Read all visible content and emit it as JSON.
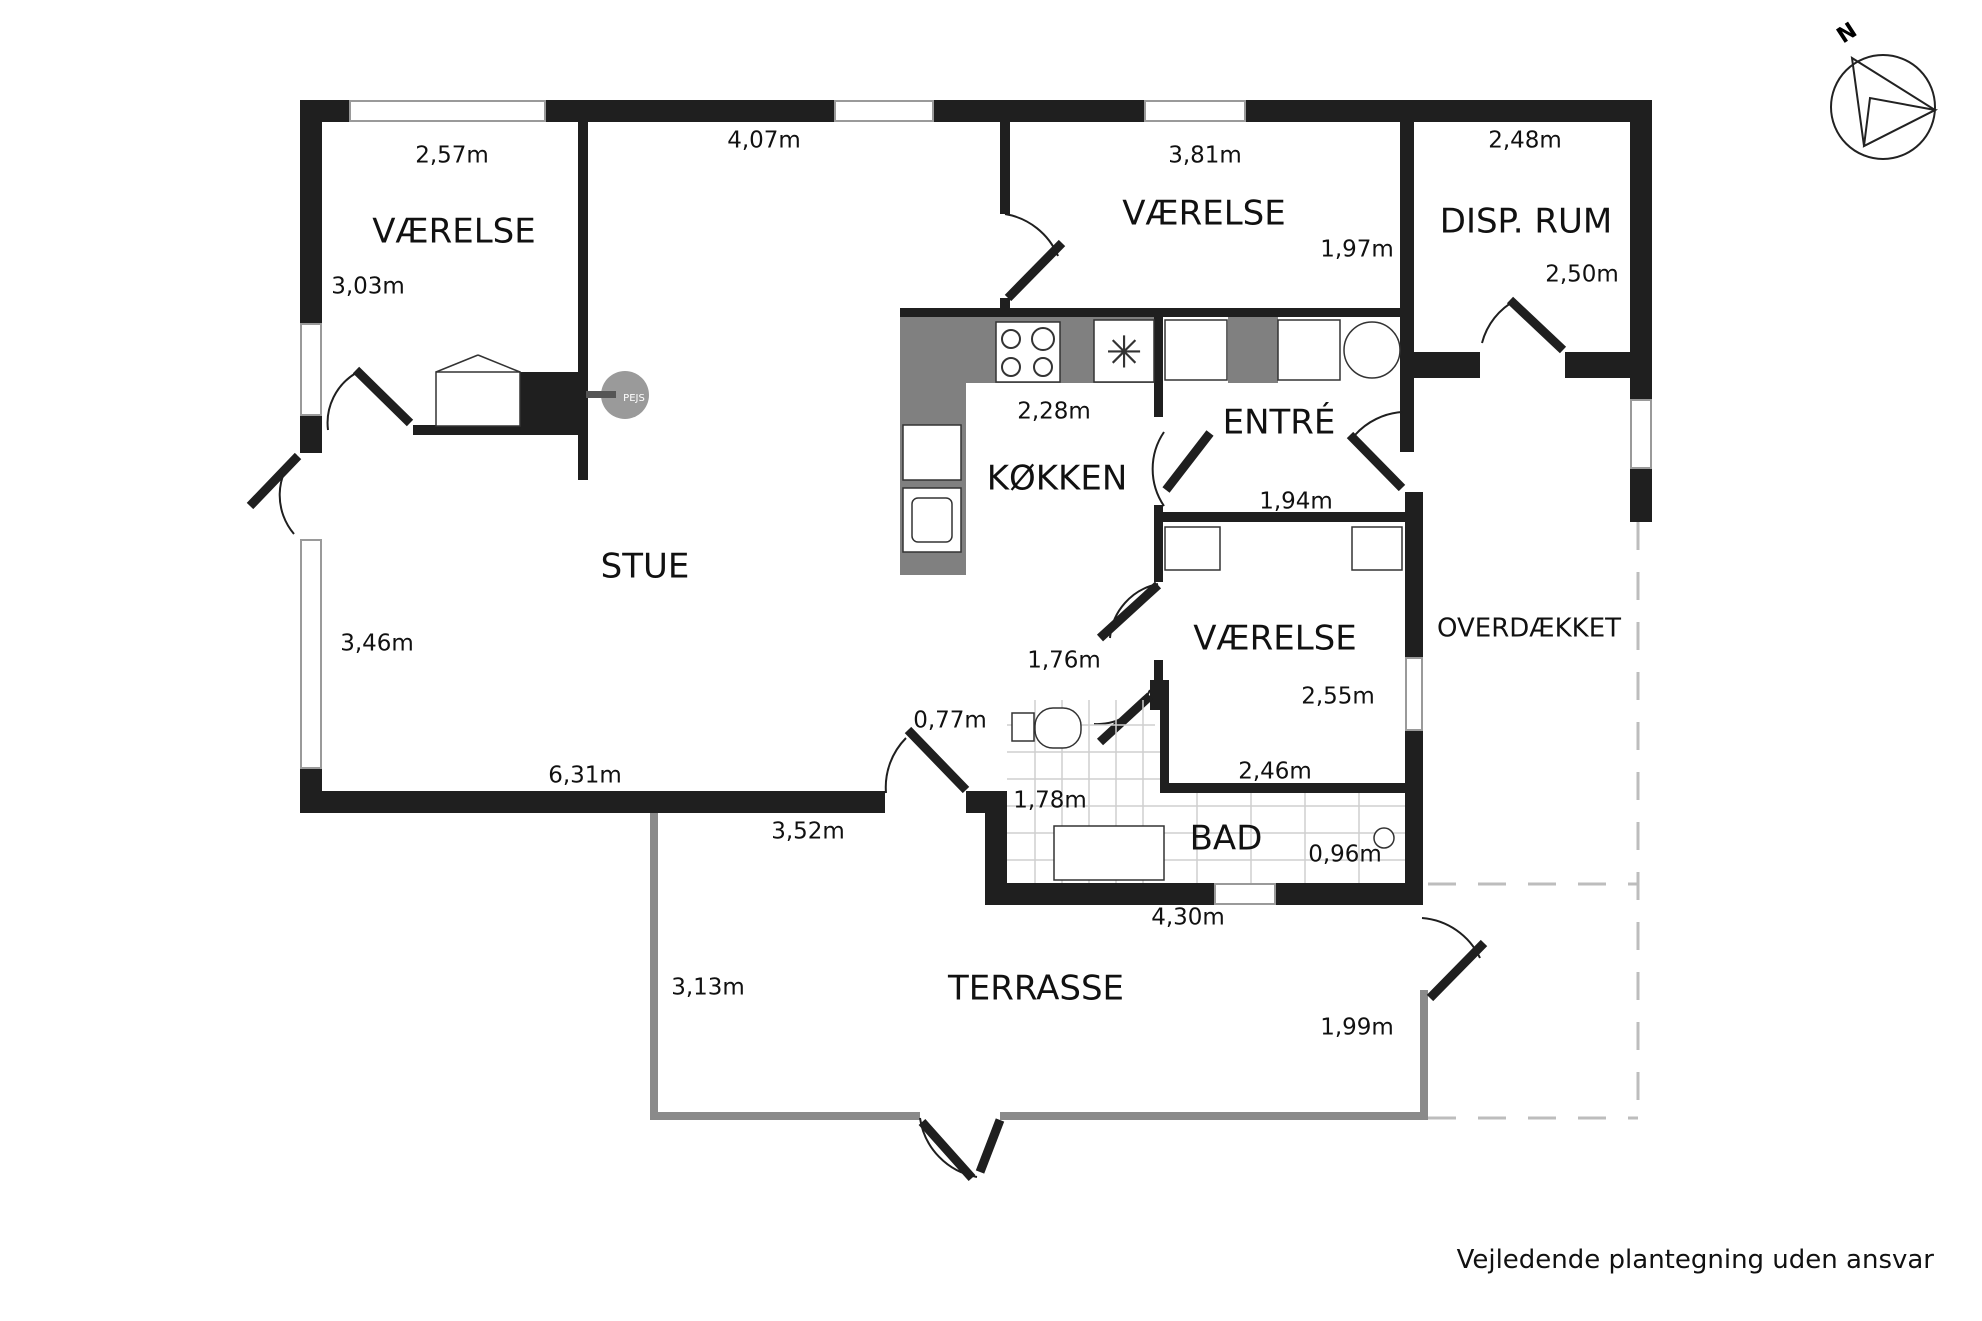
{
  "rooms": {
    "vaerelse_nw": "VÆRELSE",
    "stue": "STUE",
    "vaerelse_n": "VÆRELSE",
    "disp_rum": "DISP. RUM",
    "koekken": "KØKKEN",
    "entre": "ENTRÉ",
    "vaerelse_c": "VÆRELSE",
    "bad": "BAD",
    "overdaekket": "OVERDÆKKET",
    "terrasse": "TERRASSE"
  },
  "fixtures": {
    "pejs": "PEJS"
  },
  "dimensions": {
    "vaerelse_nw_width": "2,57m",
    "vaerelse_nw_depth": "3,03m",
    "stue_top": "4,07m",
    "vaerelse_n_width": "3,81m",
    "vaerelse_n_depth": "1,97m",
    "disp_width": "2,48m",
    "disp_depth": "2,50m",
    "koekken_width": "2,28m",
    "entre_width": "1,94m",
    "stue_depth": "3,46m",
    "hall_width": "1,76m",
    "door_gap": "0,77m",
    "vaerelse_c_depth": "2,55m",
    "vaerelse_c_width": "2,46m",
    "stue_width": "6,31m",
    "terrasse_top": "3,52m",
    "bad_depth": "1,78m",
    "bad_inner": "0,96m",
    "bad_width": "4,30m",
    "terrasse_depth": "3,13m",
    "terrasse_right": "1,99m"
  },
  "compass": "N",
  "disclaimer": "Vejledende plantegning uden ansvar"
}
